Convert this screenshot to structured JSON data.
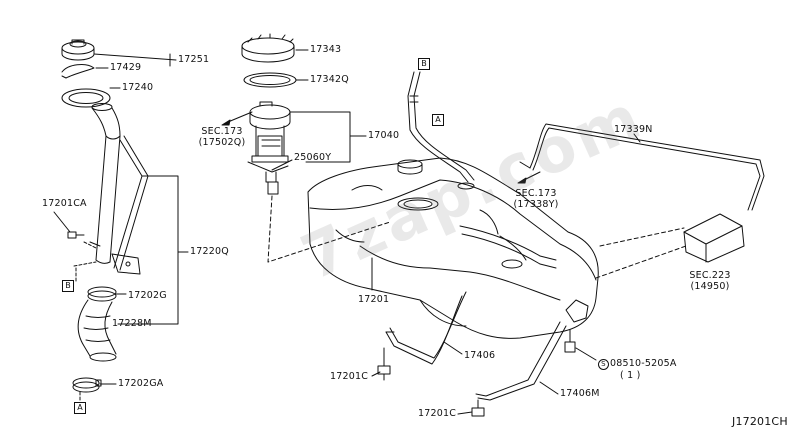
{
  "figure_code": "J17201CH",
  "watermark": "7zap.com",
  "parts": {
    "p17251": "17251",
    "p17429": "17429",
    "p17240": "17240",
    "p17343": "17343",
    "p17342Q": "17342Q",
    "p17040": "17040",
    "p25060Y": "25060Y",
    "p17339N": "17339N",
    "p17201CA": "17201CA",
    "p17220Q": "17220Q",
    "p17202G": "17202G",
    "p17228M": "17228M",
    "p17202GA": "17202GA",
    "p17201": "17201",
    "p17406": "17406",
    "p17201C_a": "17201C",
    "p17201C_b": "17201C",
    "p17406M": "17406M",
    "p08510": "08510-5205A",
    "p08510_qty": "( 1 )",
    "s_symbol": "S"
  },
  "sections": {
    "pump_sec": "SEC.173",
    "pump_ref": "(17502Q)",
    "tube_sec": "SEC.173",
    "tube_ref": "(17338Y)",
    "canister_sec": "SEC.223",
    "canister_ref": "(14950)"
  },
  "markers": {
    "A1": "A",
    "A2": "A",
    "B1": "B",
    "B2": "B"
  }
}
